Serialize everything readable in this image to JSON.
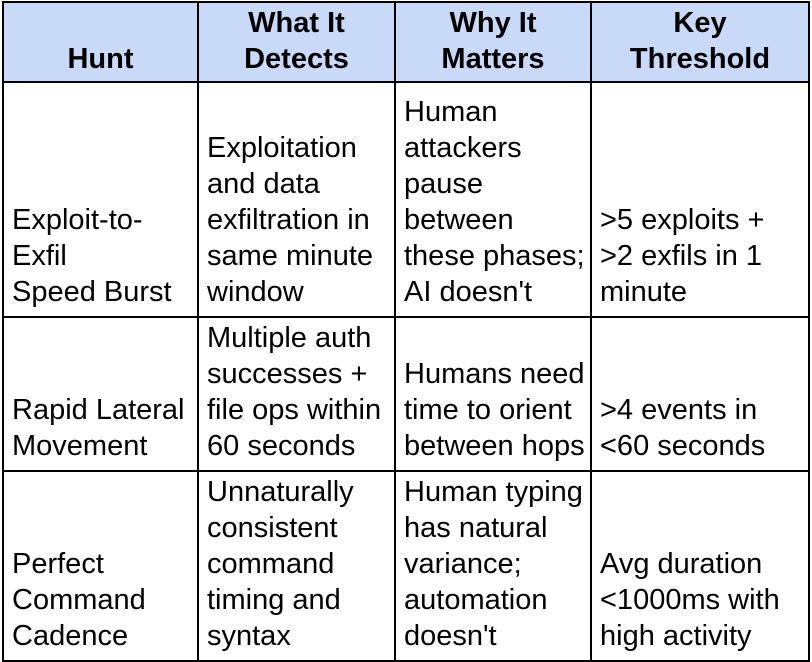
{
  "colors": {
    "header_bg": "#C9DAF8",
    "border": "#000000",
    "text": "#000000",
    "page_bg": "#FFFFFF"
  },
  "table": {
    "headers": [
      "Hunt",
      "What It\nDetects",
      "Why It\nMatters",
      "Key\nThreshold"
    ],
    "rows": [
      {
        "cells": [
          "Exploit-to-Exfil\nSpeed Burst",
          "Exploitation\nand data\nexfiltration in\nsame minute\nwindow",
          "Human\nattackers\npause\nbetween\nthese phases;\nAI doesn't",
          ">5 exploits +\n>2 exfils in 1\nminute"
        ]
      },
      {
        "cells": [
          "Rapid Lateral\nMovement",
          "Multiple auth\nsuccesses +\nfile ops within\n60 seconds",
          "Humans need\ntime to orient\nbetween hops",
          ">4 events in\n<60 seconds"
        ]
      },
      {
        "cells": [
          "Perfect\nCommand\nCadence",
          "Unnaturally\nconsistent\ncommand\ntiming and\nsyntax",
          "Human typing\nhas natural\nvariance;\nautomation\ndoesn't",
          "Avg duration\n<1000ms with\nhigh activity"
        ]
      }
    ]
  }
}
